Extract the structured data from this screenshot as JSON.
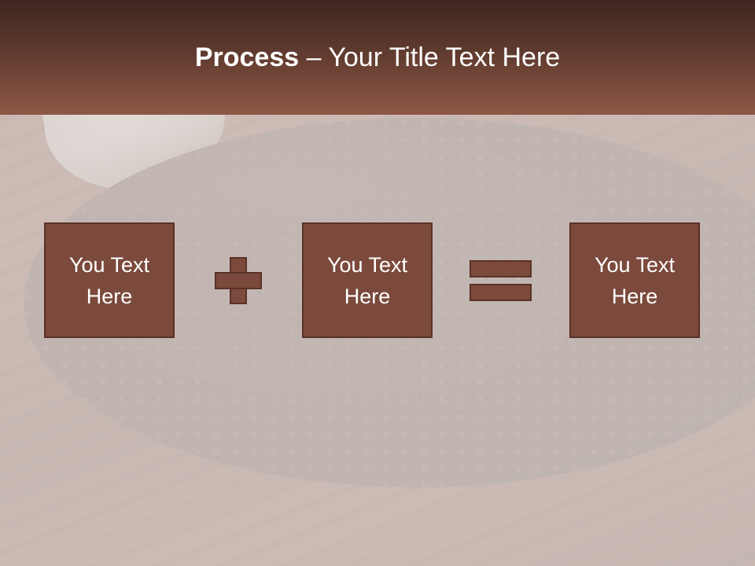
{
  "slide": {
    "title_bold": "Process",
    "title_rest": " – Your Title Text Here"
  },
  "boxes": [
    {
      "text": "You Text\nHere"
    },
    {
      "text": "You Text\nHere"
    },
    {
      "text": "You Text\nHere"
    }
  ],
  "colors": {
    "title_bar_top": "#3e2620",
    "title_bar_bottom": "#8d5846",
    "box_fill": "#7b4a3c",
    "box_border": "#5a3128",
    "text": "#ffffff"
  }
}
